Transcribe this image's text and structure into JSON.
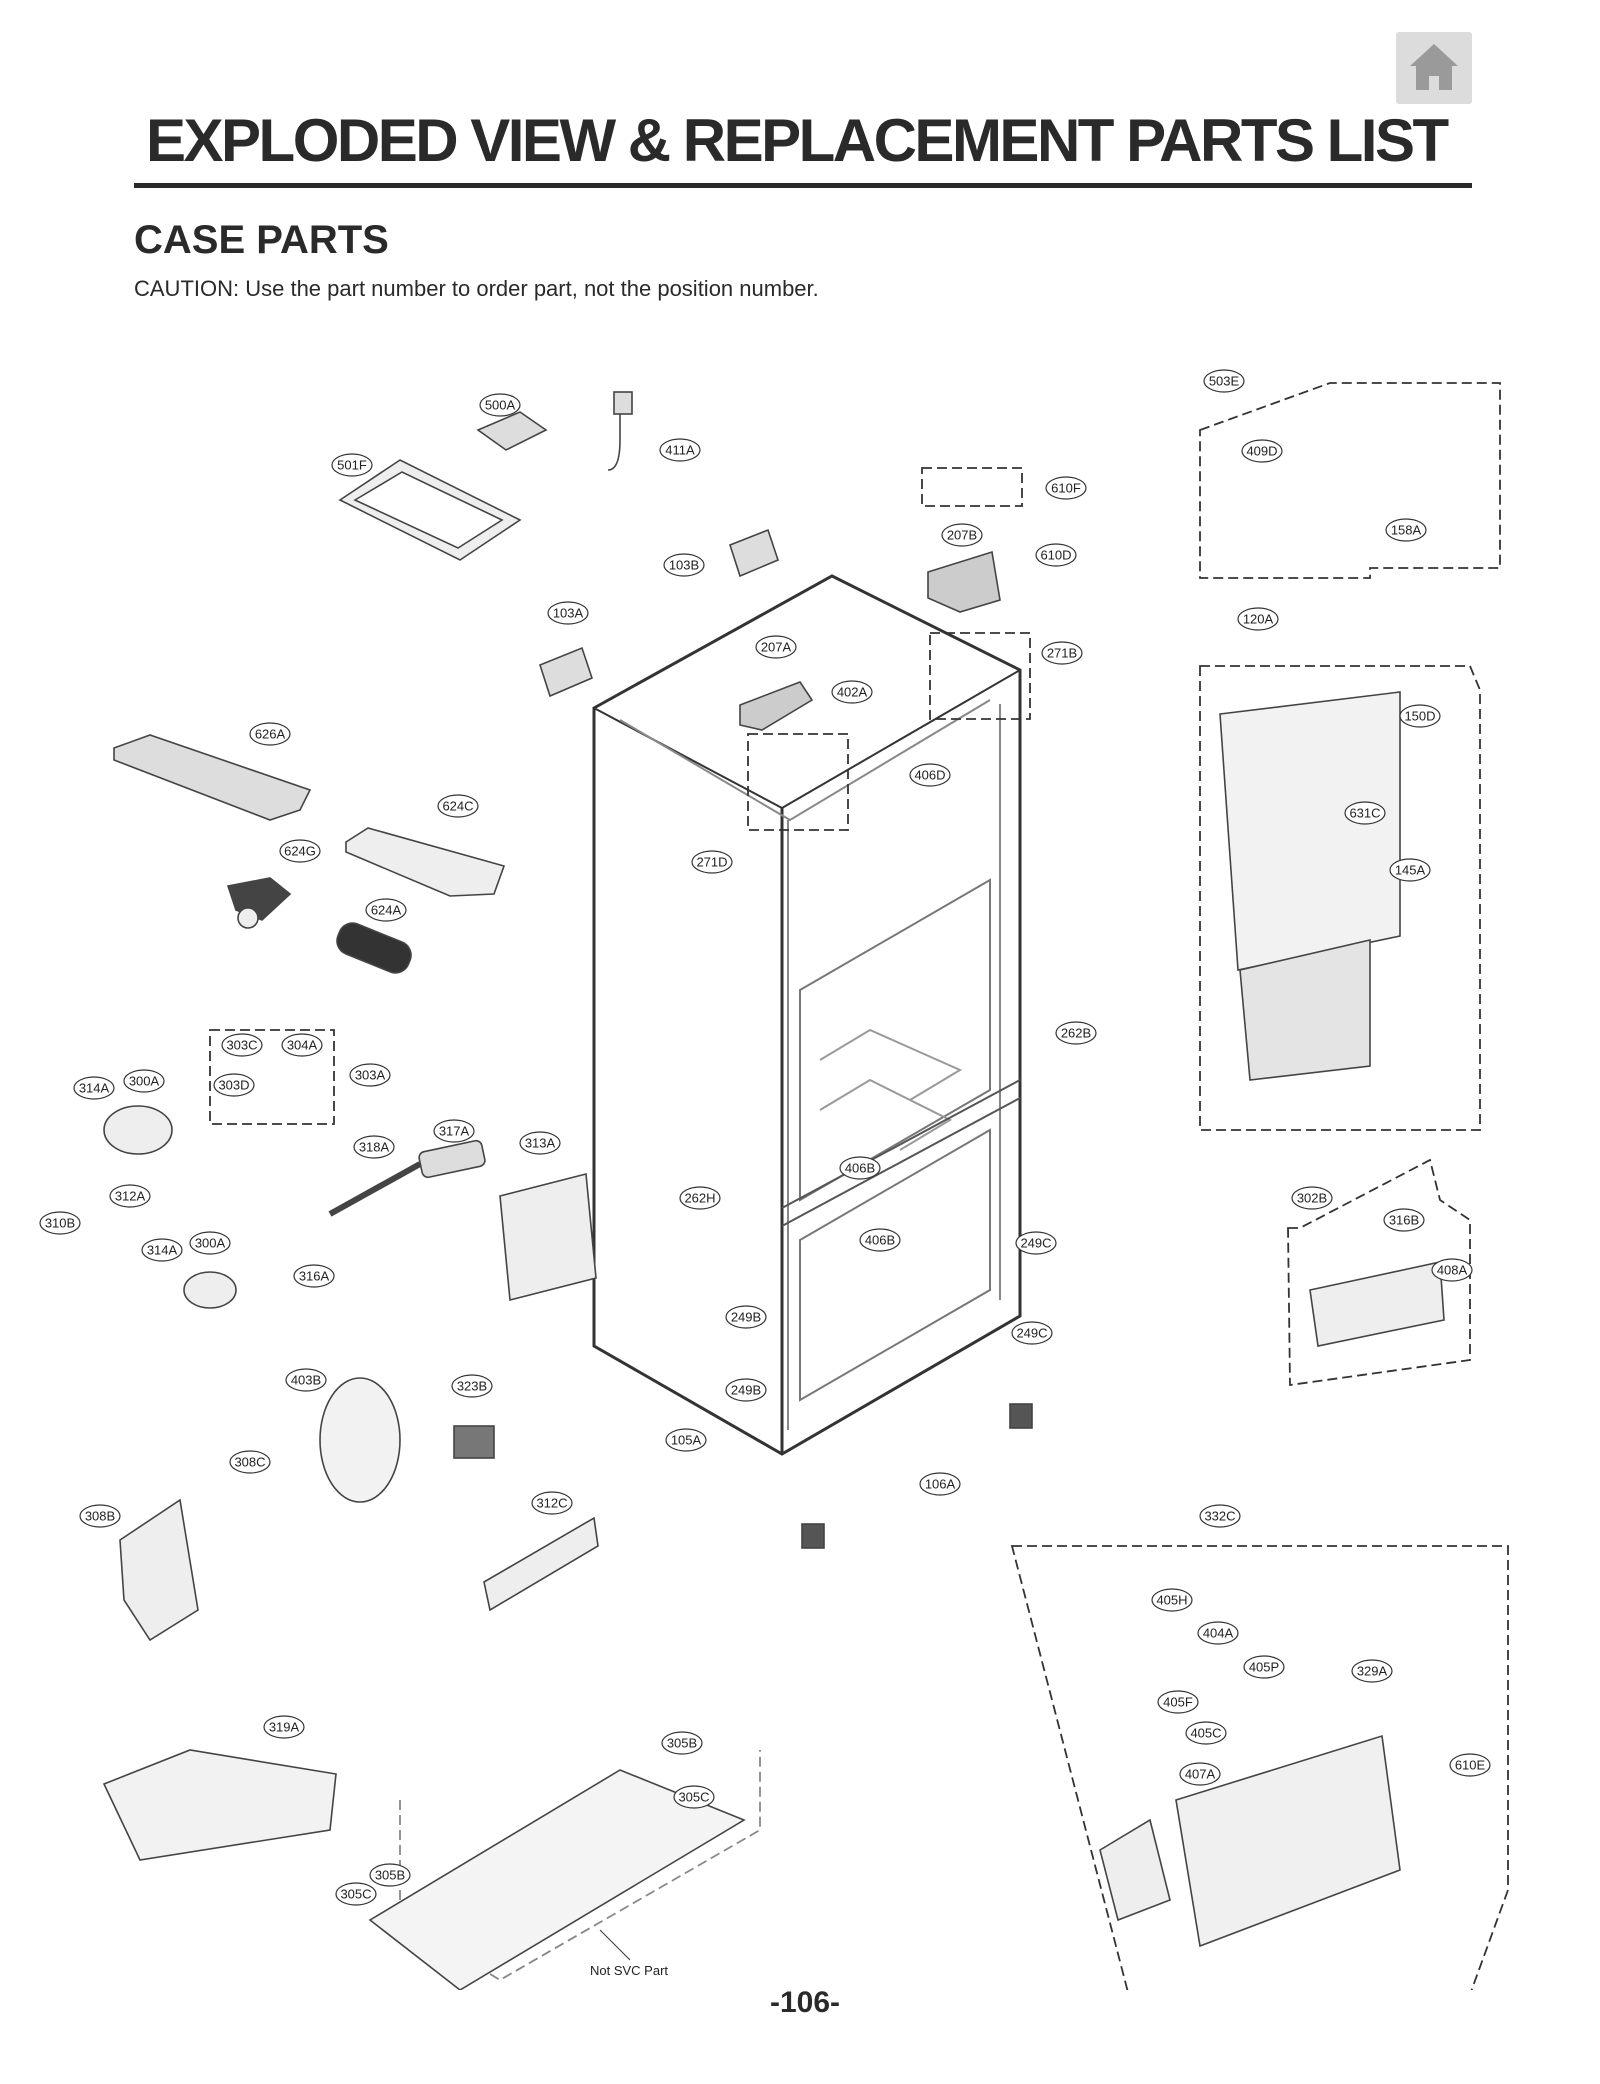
{
  "header": {
    "home_icon": "home-icon",
    "title": "EXPLODED VIEW & REPLACEMENT PARTS LIST"
  },
  "section": {
    "title": "CASE PARTS",
    "caution": "CAUTION: Use the part number to order part, not the position number."
  },
  "diagram": {
    "callouts": [
      "500A",
      "411A",
      "501F",
      "610F",
      "103B",
      "207B",
      "610D",
      "103A",
      "207A",
      "402A",
      "271B",
      "503E",
      "409D",
      "158A",
      "120A",
      "150D",
      "631C",
      "145A",
      "626A",
      "624C",
      "624G",
      "624A",
      "406D",
      "271D",
      "262B",
      "303C",
      "304A",
      "303A",
      "303D",
      "314A",
      "300A",
      "312A",
      "310B",
      "317A",
      "318A",
      "313A",
      "262H",
      "406B",
      "406B",
      "249C",
      "249B",
      "249C",
      "249B",
      "314A",
      "300A",
      "316A",
      "302B",
      "316B",
      "408A",
      "403B",
      "323B",
      "105A",
      "308C",
      "308B",
      "106A",
      "312C",
      "332C",
      "405H",
      "404A",
      "405P",
      "329A",
      "405F",
      "405C",
      "407A",
      "610E",
      "319A",
      "305B",
      "305C",
      "305B",
      "305C"
    ],
    "note": "Not SVC Part"
  },
  "footer": {
    "page_number": "-106-"
  }
}
